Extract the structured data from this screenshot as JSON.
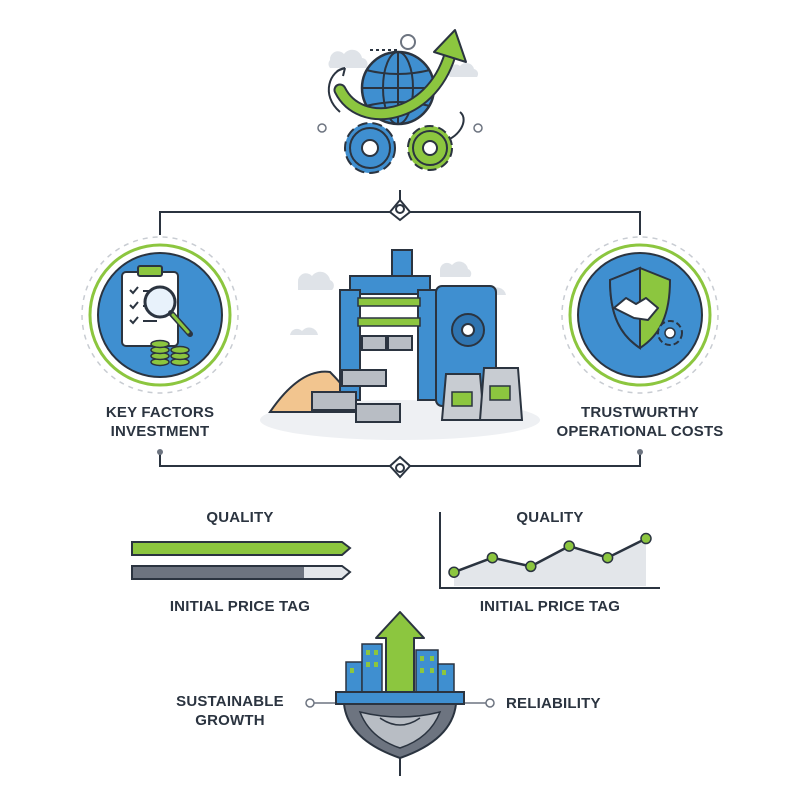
{
  "labels": {
    "left_line1": "KEY FACTORS",
    "left_line2": "INVESTMENT",
    "right_line1": "TRUSTWURTHY",
    "right_line2": "OPERATIONAL COSTS",
    "bar_top": "QUALITY",
    "bar_bottom": "INITIAL PRICE TAG",
    "line_top": "QUALITY",
    "line_bottom": "INITIAL PRICE TAG",
    "bottom_left_line1": "SUSTAINABLE",
    "bottom_left_line2": "GROWTH",
    "bottom_right": "RELIABILITY"
  },
  "colors": {
    "blue": "#3f8fd0",
    "green": "#8cc63f",
    "dark": "#2b3440",
    "gray": "#6d7480",
    "light_gray": "#dfe3e8"
  },
  "icons": {
    "top": "globe-gears-growth-icon",
    "left": "checklist-magnifier-coins-icon",
    "center": "block-press-machine-icon",
    "right": "shield-handshake-gear-icon",
    "bottom": "city-growth-arrow-icon"
  },
  "bar_comparison": {
    "quality_fill": 1.0,
    "price_fill": 0.82
  },
  "trend_points": [
    0.1,
    0.35,
    0.2,
    0.55,
    0.35,
    0.68
  ]
}
